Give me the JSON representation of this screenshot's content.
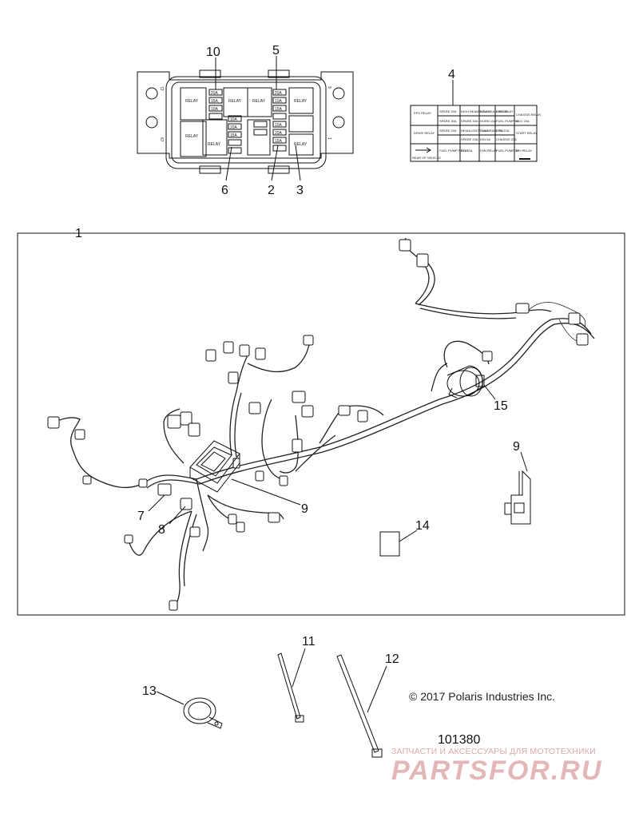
{
  "callouts": {
    "c1": "1",
    "c2": "2",
    "c3": "3",
    "c4": "4",
    "c5": "5",
    "c6": "6",
    "c7": "7",
    "c8": "8",
    "c9a": "9",
    "c9b": "9",
    "c10": "10",
    "c11": "11",
    "c12": "12",
    "c13": "13",
    "c14": "14",
    "c15": "15"
  },
  "fuse_box": {
    "pin_labels": {
      "top_left": "72",
      "top_right": "9",
      "bottom_left": "67",
      "bottom_right": "1"
    },
    "relay_label": "RELAY",
    "fuse_values": [
      "20A",
      "15A",
      "10A",
      "10A",
      "20A",
      "15A",
      "20A",
      "10A",
      "15A",
      "10A",
      "20A",
      "15A"
    ]
  },
  "label_card": {
    "cells": [
      [
        "EPS RELAY",
        "SPARE 30A",
        "HIGH BEAM RELAY",
        "LOW BEAM RELAY",
        "FAN RELAY",
        "CHASSIS RELAY"
      ],
      [
        "",
        "SPARE 30A",
        "SPARE 30A",
        "HORN 10A",
        "FUEL PUMP 5A",
        "ACC 20A"
      ],
      [
        "DRIVE RELAY",
        "SPARE 20A",
        "HEADLIGHTS 15A",
        "TAIL/BRAKE 5A",
        "EPS 20A",
        "START RELAY"
      ],
      [
        "",
        "",
        "SPARE 20A",
        "IGN 5A",
        "CHASSIS 20A",
        ""
      ],
      [
        "REAR OF VEHICLE",
        "FUEL PUMP RELAY",
        "EFI 10A",
        "FAN RELAY",
        "FUEL PUMP 5A",
        "EFI RELAY"
      ]
    ]
  },
  "copyright": "© 2017 Polaris Industries Inc.",
  "part_number": "101380",
  "watermark": {
    "tagline": "ЗАПЧАСТИ И АКСЕССУАРЫ ДЛЯ МОТОТЕХНИКИ",
    "brand": "PARTSFOR.RU",
    "color": "#e3b7b7"
  }
}
